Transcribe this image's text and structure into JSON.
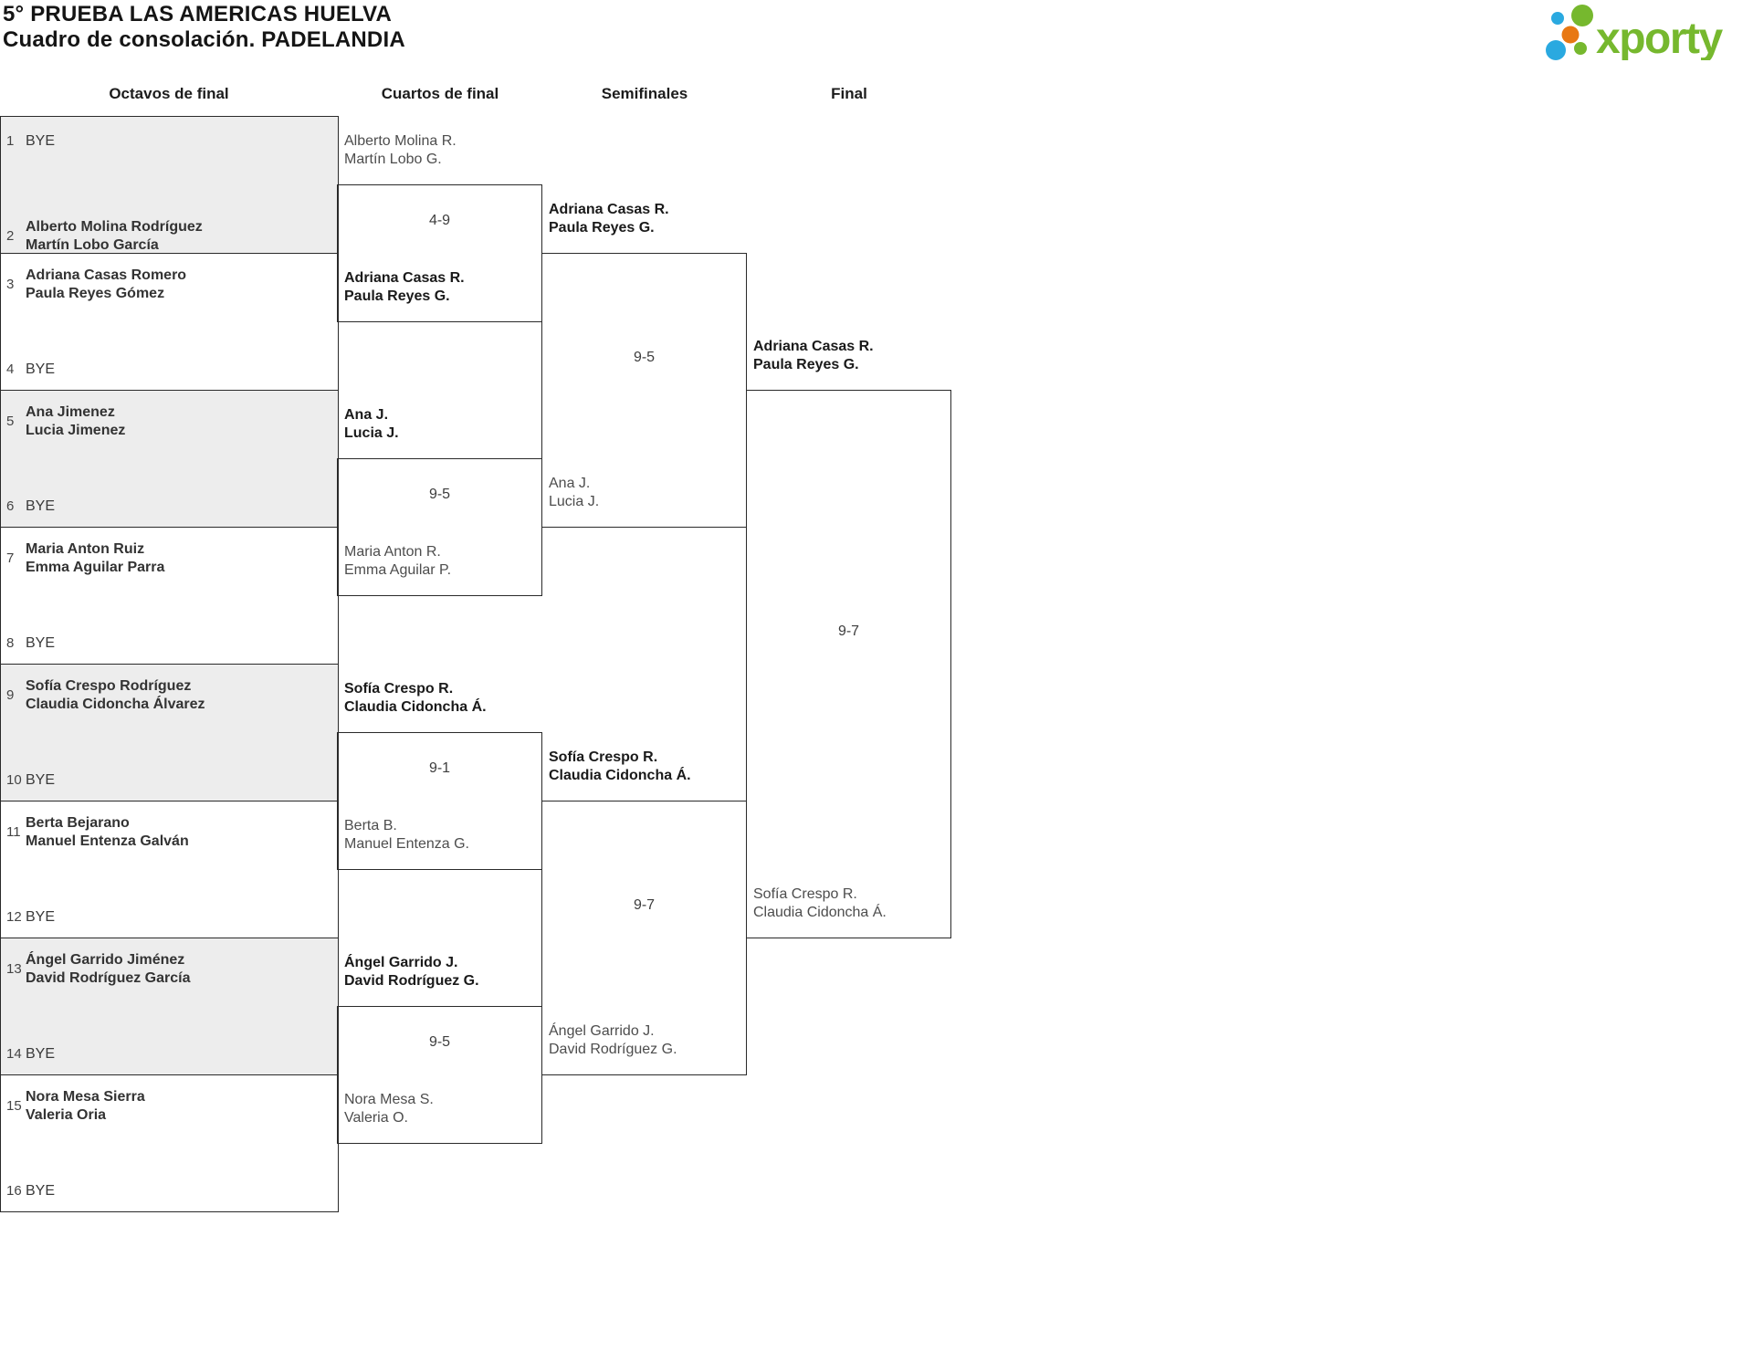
{
  "header": {
    "title_line1": "5° PRUEBA LAS AMERICAS HUELVA",
    "title_line2": "Cuadro de consolación. PADELANDIA",
    "logo_text": "xporty"
  },
  "colors": {
    "logo_green": "#76b82e",
    "logo_blue": "#2aa9e0",
    "logo_orange": "#e87813",
    "block_shade": "#ededed",
    "line": "#2a2a2a"
  },
  "round_headers": [
    "Octavos de final",
    "Cuartos de final",
    "Semifinales",
    "Final"
  ],
  "octavos": [
    {
      "seed": "1",
      "team": [
        "BYE"
      ]
    },
    {
      "seed": "2",
      "team": [
        "Alberto Molina Rodríguez",
        "Martín Lobo García"
      ]
    },
    {
      "seed": "3",
      "team": [
        "Adriana Casas Romero",
        "Paula Reyes Gómez"
      ]
    },
    {
      "seed": "4",
      "team": [
        "BYE"
      ]
    },
    {
      "seed": "5",
      "team": [
        "Ana Jimenez",
        "Lucia Jimenez"
      ]
    },
    {
      "seed": "6",
      "team": [
        "BYE"
      ]
    },
    {
      "seed": "7",
      "team": [
        "Maria Anton Ruiz",
        "Emma Aguilar Parra"
      ]
    },
    {
      "seed": "8",
      "team": [
        "BYE"
      ]
    },
    {
      "seed": "9",
      "team": [
        "Sofía Crespo Rodríguez",
        "Claudia Cidoncha Álvarez"
      ]
    },
    {
      "seed": "10",
      "team": [
        "BYE"
      ]
    },
    {
      "seed": "11",
      "team": [
        "Berta Bejarano",
        "Manuel Entenza Galván"
      ]
    },
    {
      "seed": "12",
      "team": [
        "BYE"
      ]
    },
    {
      "seed": "13",
      "team": [
        "Ángel Garrido Jiménez",
        "David Rodríguez García"
      ]
    },
    {
      "seed": "14",
      "team": [
        "BYE"
      ]
    },
    {
      "seed": "15",
      "team": [
        "Nora Mesa Sierra",
        "Valeria Oria"
      ]
    },
    {
      "seed": "16",
      "team": [
        "BYE"
      ]
    }
  ],
  "quarterfinals": [
    {
      "score": "4-9",
      "top": {
        "lines": [
          "Alberto Molina R.",
          "Martín Lobo G."
        ],
        "winner": false
      },
      "bottom": {
        "lines": [
          "Adriana Casas R.",
          "Paula Reyes G."
        ],
        "winner": true
      }
    },
    {
      "score": "9-5",
      "top": {
        "lines": [
          "Ana J.",
          "Lucia J."
        ],
        "winner": true
      },
      "bottom": {
        "lines": [
          "Maria Anton R.",
          "Emma Aguilar P."
        ],
        "winner": false
      }
    },
    {
      "score": "9-1",
      "top": {
        "lines": [
          "Sofía Crespo R.",
          "Claudia Cidoncha Á."
        ],
        "winner": true
      },
      "bottom": {
        "lines": [
          "Berta B.",
          "Manuel Entenza G."
        ],
        "winner": false
      }
    },
    {
      "score": "9-5",
      "top": {
        "lines": [
          "Ángel Garrido J.",
          "David Rodríguez G."
        ],
        "winner": true
      },
      "bottom": {
        "lines": [
          "Nora Mesa S.",
          "Valeria O."
        ],
        "winner": false
      }
    }
  ],
  "semifinals": [
    {
      "score": "9-5",
      "top": {
        "lines": [
          "Adriana Casas R.",
          "Paula Reyes G."
        ],
        "winner": true
      },
      "bottom": {
        "lines": [
          "Ana J.",
          "Lucia J."
        ],
        "winner": false
      }
    },
    {
      "score": "9-7",
      "top": {
        "lines": [
          "Sofía Crespo R.",
          "Claudia Cidoncha Á."
        ],
        "winner": true
      },
      "bottom": {
        "lines": [
          "Ángel Garrido J.",
          "David Rodríguez G."
        ],
        "winner": false
      }
    }
  ],
  "finals": [
    {
      "score": "9-7",
      "top": {
        "lines": [
          "Adriana Casas R.",
          "Paula Reyes G."
        ],
        "winner": true
      },
      "bottom": {
        "lines": [
          "Sofía Crespo R.",
          "Claudia Cidoncha Á."
        ],
        "winner": false
      }
    }
  ]
}
